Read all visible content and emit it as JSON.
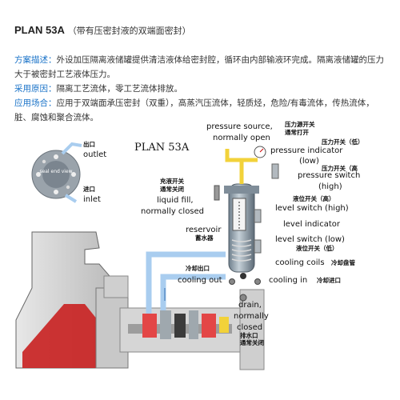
{
  "title": {
    "plan": "PLAN 53A",
    "subtitle": "（带有压密封液的双端面密封）"
  },
  "sections": [
    {
      "label": "方案描述：",
      "text": "外设加压隔离液储罐提供清洁液体给密封腔，循环由内部输液环完成。隔离液储罐的压力大于被密封工艺液体压力。"
    },
    {
      "label": "采用原因：",
      "text": "隔离工艺流体，零工艺流体排放。"
    },
    {
      "label": "应用场合：",
      "text": "应用于双端面承压密封（双重），高蒸汽压流体，轻质烃，危险/有毒流体，传热流体，脏、腐蚀和聚合流体。"
    }
  ],
  "diagram": {
    "plan_label": "PLAN 53A",
    "seal_view": "seal end view",
    "outlet_cn": "出口",
    "outlet_en": "outlet",
    "inlet_cn": "进口",
    "inlet_en": "inlet",
    "pressure_source_1": "pressure source,",
    "pressure_source_2": "normally open",
    "pressure_source_cn": "压力源开关",
    "pressure_source_cn2": "通常打开",
    "pi_cn": "压力开关（低）",
    "pi_low_1": "pressure indicator",
    "pi_low_2": "(low)",
    "ps_high_cn": "压力开关（高",
    "ps_high_1": "pressure switch",
    "ps_high_2": "(high)",
    "liquid_fill_cn1": "充液开关",
    "liquid_fill_cn2": "通常关闭",
    "liquid_fill_1": "liquid fill,",
    "liquid_fill_2": "normally closed",
    "ls_high_cn": "液位开关（高）",
    "ls_high": "level switch (high)",
    "level_ind": "level indicator",
    "reservoir": "reservoir",
    "reservoir_cn": "蓄水器",
    "ls_low": "level switch (low)",
    "ls_low_cn": "液位开关（低）",
    "cooling_coils": "cooling coils",
    "cooling_coils_cn": "冷却盘管",
    "cooling_out_cn": "冷却出口",
    "cooling_out": "cooling out",
    "cooling_in": "cooling in",
    "cooling_in_cn": "冷却进口",
    "drain_1": "drain,",
    "drain_2": "normally",
    "drain_3": "closed",
    "drain_cn1": "排水口",
    "drain_cn2": "通常关闭"
  },
  "colors": {
    "accent_label": "#1a73c8",
    "pipe_blue": "#a9cdef",
    "reservoir_metal": "#8a9aa8",
    "pump_red": "#d42a2a",
    "pipe_yellow": "#f2d23a"
  }
}
